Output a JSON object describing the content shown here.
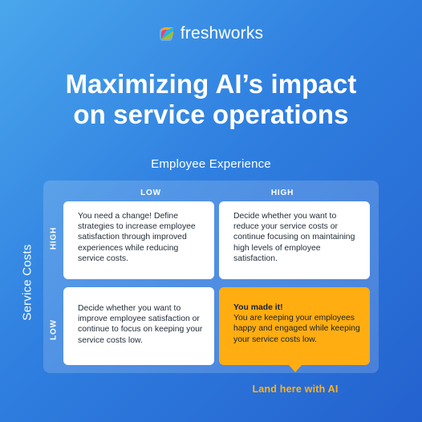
{
  "brand": {
    "name": "freshworks",
    "logo_icon": "freshworks-logo-icon"
  },
  "headline": {
    "line1": "Maximizing AI’s impact",
    "line2": "on service operations"
  },
  "matrix": {
    "x_axis_title": "Employee Experience",
    "y_axis_title": "Service Costs",
    "columns": [
      "LOW",
      "HIGH"
    ],
    "rows": [
      "HIGH",
      "LOW"
    ],
    "cells": {
      "high_low": "You need a change! Define strategies to increase employee satisfaction through improved experiences while reducing service costs.",
      "high_high": "Decide whether you want to reduce your service costs or continue focusing on maintaining high levels of employee satisfaction.",
      "low_low": "Decide whether you want to improve employee satisfaction or continue to focus on keeping your service costs low.",
      "low_high_heading": "You made it!",
      "low_high_body": "You are keeping your employees happy and engaged while keeping your service costs low."
    },
    "callout": "Land here with AI"
  },
  "colors": {
    "background_start": "#4aa6ec",
    "background_end": "#2462cf",
    "highlight": "#ffad11",
    "callout_text": "#ffb21a"
  }
}
